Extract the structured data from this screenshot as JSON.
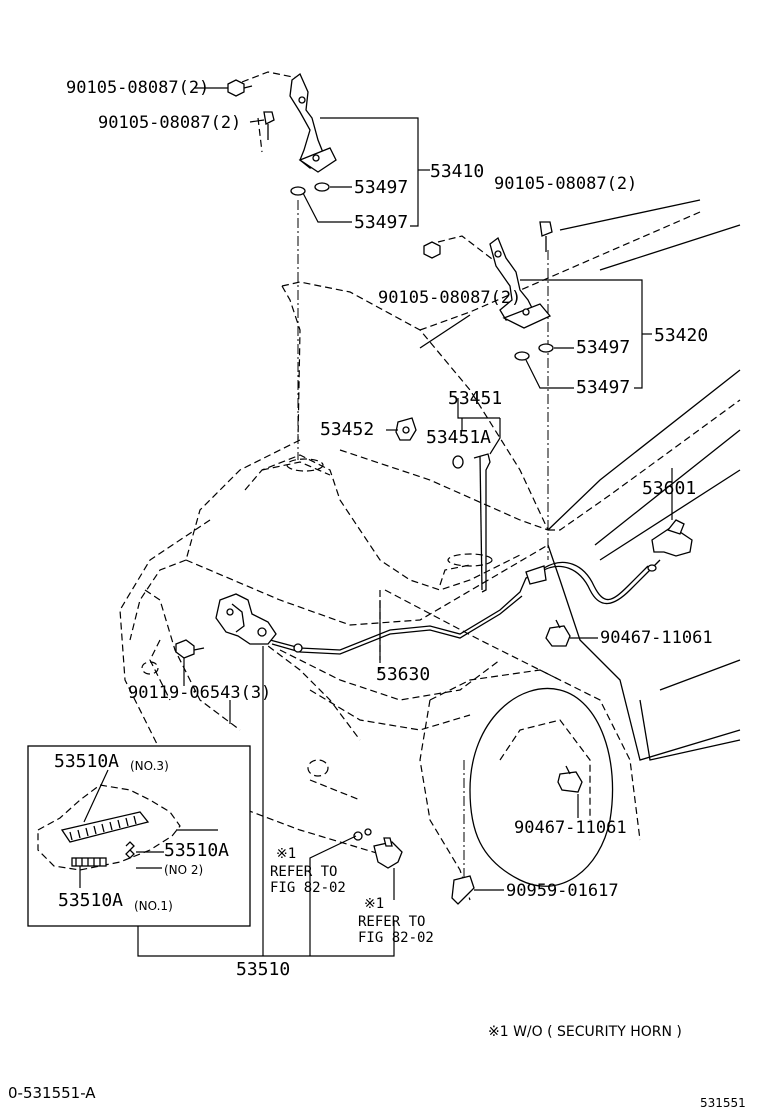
{
  "labels": {
    "bolt_hinge_1": "90105-08087(2)",
    "bolt_hinge_2": "90105-08087(2)",
    "bolt_hinge_3": "90105-08087(2)",
    "bolt_hinge_4": "90105-08087(2)",
    "hinge_lh": "53410",
    "hinge_rh": "53420",
    "washer_1": "53497",
    "washer_2": "53497",
    "washer_3": "53497",
    "washer_4": "53497",
    "support_rod": "53451",
    "support_rod_a": "53451A",
    "support_holder": "53452",
    "release_lever": "53601",
    "cable": "53630",
    "clamp_1": "90467-11061",
    "clamp_2": "90467-11061",
    "bolt_lock": "90119-06543(3)",
    "switch_clip": "90959-01617",
    "lock_assy": "53510",
    "spring_no3": "53510A",
    "spring_no3_sub": "(NO.3)",
    "spring_no2": "53510A",
    "spring_no2_sub": "(NO 2)",
    "spring_no1": "53510A",
    "spring_no1_sub": "(NO.1)",
    "mark_1": "※1",
    "mark_2": "※1",
    "refer_1_line1": "REFER TO",
    "refer_1_line2": "FIG 82-02",
    "refer_2_line1": "REFER TO",
    "refer_2_line2": "FIG 82-02",
    "footnote": "※1 W/O ( SECURITY HORN )",
    "diagram_id": "0-531551-A",
    "corner_code": "531551"
  }
}
